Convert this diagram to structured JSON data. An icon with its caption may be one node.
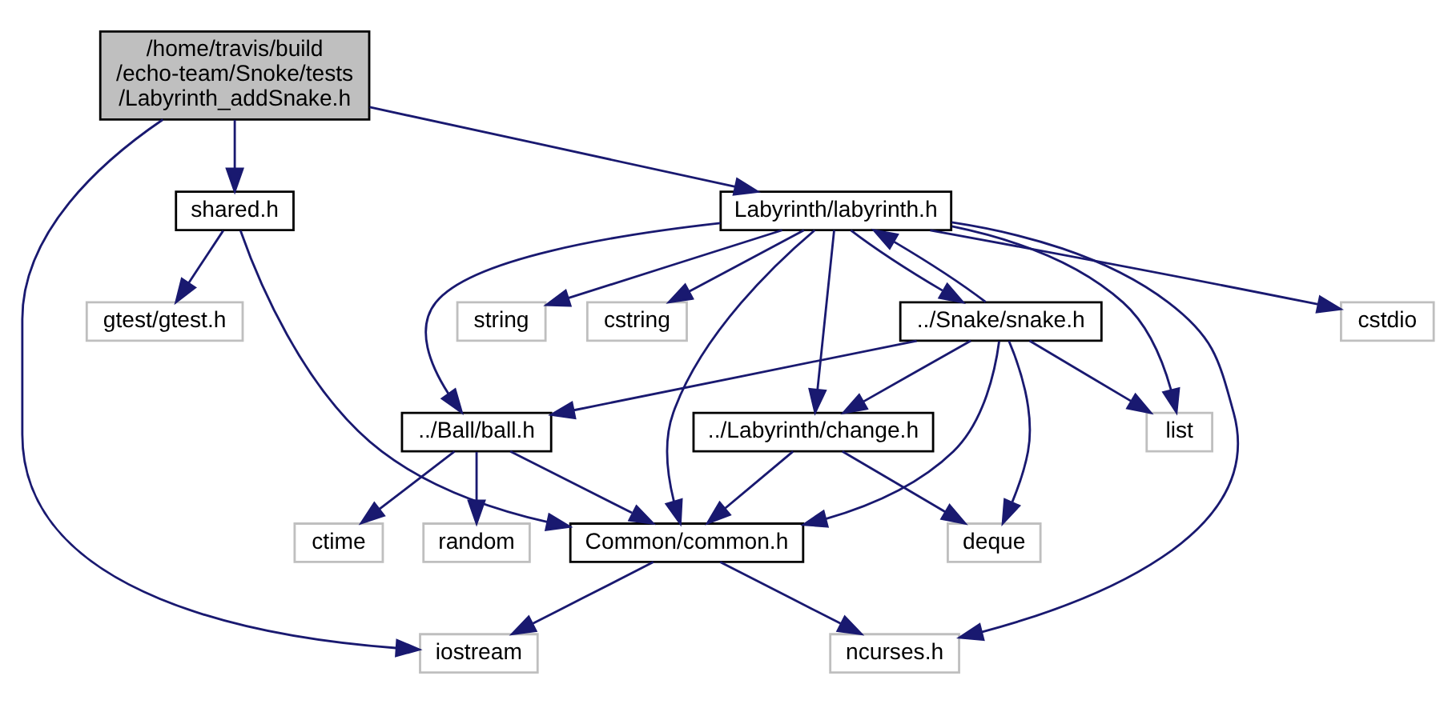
{
  "diagram": {
    "nodes": [
      {
        "text": [
          "/home/travis/build /echo-team/Snoke/tests /Labyrinth_addSnake.h"
        ]
      },
      {
        "text": [
          "shared.h"
        ]
      },
      {
        "text": [
          "Labyrinth/labyrinth.h"
        ]
      },
      {
        "text": [
          "gtest/gtest.h"
        ]
      },
      {
        "text": [
          "cstdio"
        ]
      },
      {
        "text": [
          "../Snake/snake.h"
        ]
      },
      {
        "text": [
          "string"
        ]
      },
      {
        "text": [
          "cstring"
        ]
      },
      {
        "text": [
          "list"
        ]
      },
      {
        "text": [
          "../Labyrinth/change.h"
        ]
      },
      {
        "text": [
          "../Ball/ball.h"
        ]
      },
      {
        "text": [
          "Common/common.h"
        ]
      },
      {
        "text": [
          "deque"
        ]
      },
      {
        "text": [
          "random"
        ]
      },
      {
        "text": [
          "ctime"
        ]
      },
      {
        "text": [
          "iostream"
        ]
      },
      {
        "text": [
          "ncurses.h"
        ]
      }
    ],
    "edges": [
      {
        "from": 0,
        "to": 1,
        "arrow": "to"
      },
      {
        "from": 0,
        "to": 15,
        "arrow": "to"
      },
      {
        "from": 0,
        "to": 2,
        "arrow": "to"
      },
      {
        "from": 1,
        "to": 3,
        "arrow": "to"
      },
      {
        "from": 1,
        "to": 11,
        "arrow": "to"
      },
      {
        "from": 2,
        "to": 11,
        "arrow": "to"
      },
      {
        "from": 2,
        "to": 4,
        "arrow": "to"
      },
      {
        "from": 2,
        "to": 8,
        "arrow": "to"
      },
      {
        "from": 2,
        "to": 5,
        "arrow": "to"
      },
      {
        "from": 2,
        "to": 9,
        "arrow": "to"
      },
      {
        "from": 2,
        "to": 10,
        "arrow": "to"
      },
      {
        "from": 2,
        "to": 16,
        "arrow": "to"
      },
      {
        "from": 2,
        "to": 6,
        "arrow": "to"
      },
      {
        "from": 2,
        "to": 7,
        "arrow": "to"
      },
      {
        "from": 5,
        "to": 2,
        "arrow": "to"
      },
      {
        "from": 5,
        "to": 8,
        "arrow": "to"
      },
      {
        "from": 5,
        "to": 11,
        "arrow": "to"
      },
      {
        "from": 5,
        "to": 9,
        "arrow": "to"
      },
      {
        "from": 5,
        "to": 12,
        "arrow": "to"
      },
      {
        "from": 5,
        "to": 10,
        "arrow": "to"
      },
      {
        "from": 9,
        "to": 11,
        "arrow": "to"
      },
      {
        "from": 9,
        "to": 12,
        "arrow": "to"
      },
      {
        "from": 10,
        "to": 11,
        "arrow": "to"
      },
      {
        "from": 10,
        "to": 13,
        "arrow": "to"
      },
      {
        "from": 10,
        "to": 14,
        "arrow": "to"
      },
      {
        "from": 11,
        "to": 15,
        "arrow": "to"
      },
      {
        "from": 11,
        "to": 16,
        "arrow": "to"
      }
    ]
  }
}
